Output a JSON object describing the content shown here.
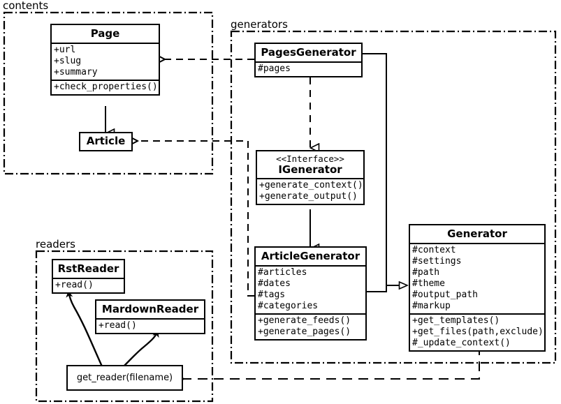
{
  "diagram": {
    "type": "uml-class-diagram",
    "title": "",
    "packages": [
      {
        "id": "contents",
        "label": "contents"
      },
      {
        "id": "generators",
        "label": "generators"
      },
      {
        "id": "readers",
        "label": "readers"
      }
    ],
    "classes": [
      {
        "id": "page",
        "name": "Page",
        "stereotype": "",
        "attributes": [
          "+url",
          "+slug",
          "+summary"
        ],
        "methods": [
          "+check_properties()"
        ],
        "package": "contents"
      },
      {
        "id": "article",
        "name": "Article",
        "stereotype": "",
        "attributes": [],
        "methods": [],
        "package": "contents"
      },
      {
        "id": "pagesgenerator",
        "name": "PagesGenerator",
        "stereotype": "",
        "attributes": [
          "#pages"
        ],
        "methods": [],
        "package": "generators"
      },
      {
        "id": "igenerator",
        "name": "IGenerator",
        "stereotype": "<<Interface>>",
        "attributes": [],
        "methods": [
          "+generate_context()",
          "+generate_output()"
        ],
        "package": "generators"
      },
      {
        "id": "articlegenerator",
        "name": "ArticleGenerator",
        "stereotype": "",
        "attributes": [
          "#articles",
          "#dates",
          "#tags",
          "#categories"
        ],
        "methods": [
          "+generate_feeds()",
          "+generate_pages()"
        ],
        "package": "generators"
      },
      {
        "id": "generator",
        "name": "Generator",
        "stereotype": "",
        "attributes": [
          "#context",
          "#settings",
          "#path",
          "#theme",
          "#output_path",
          "#markup"
        ],
        "methods": [
          "+get_templates()",
          "+get_files(path,exclude)",
          "#_update_context()"
        ],
        "package": "generators"
      },
      {
        "id": "rstreader",
        "name": "RstReader",
        "stereotype": "",
        "attributes": [],
        "methods": [
          "+read()"
        ],
        "package": "readers"
      },
      {
        "id": "mardownreader",
        "name": "MardownReader",
        "stereotype": "",
        "attributes": [],
        "methods": [
          "+read()"
        ],
        "package": "readers"
      }
    ],
    "functions": [
      {
        "id": "get_reader",
        "label": "get_reader(filename)",
        "package": "readers"
      }
    ],
    "relations": [
      {
        "from": "pagesgenerator",
        "to": "page",
        "kind": "dependency",
        "style": "dashed",
        "arrow": "open"
      },
      {
        "from": "pagesgenerator",
        "to": "igenerator",
        "kind": "realization",
        "style": "dashed",
        "arrow": "hollow-triangle"
      },
      {
        "from": "articlegenerator",
        "to": "igenerator",
        "kind": "realization",
        "style": "solid",
        "arrow": "hollow-triangle"
      },
      {
        "from": "article",
        "to": "page",
        "kind": "inheritance",
        "style": "solid",
        "arrow": "hollow-triangle"
      },
      {
        "from": "articlegenerator",
        "to": "article",
        "kind": "dependency",
        "style": "dashed",
        "arrow": "open"
      },
      {
        "from": "pagesgenerator",
        "to": "generator",
        "kind": "inheritance",
        "style": "solid",
        "arrow": "hollow-triangle"
      },
      {
        "from": "articlegenerator",
        "to": "generator",
        "kind": "inheritance",
        "style": "solid",
        "arrow": "hollow-triangle"
      },
      {
        "from": "generator",
        "to": "get_reader",
        "kind": "dependency",
        "style": "dashed",
        "arrow": "open"
      },
      {
        "from": "get_reader",
        "to": "rstreader",
        "kind": "creates",
        "style": "curved",
        "arrow": "filled"
      },
      {
        "from": "get_reader",
        "to": "mardownreader",
        "kind": "creates",
        "style": "curved",
        "arrow": "filled"
      }
    ],
    "colors": {
      "line": "#000000",
      "fill": "#ffffff",
      "text": "#000000"
    }
  }
}
